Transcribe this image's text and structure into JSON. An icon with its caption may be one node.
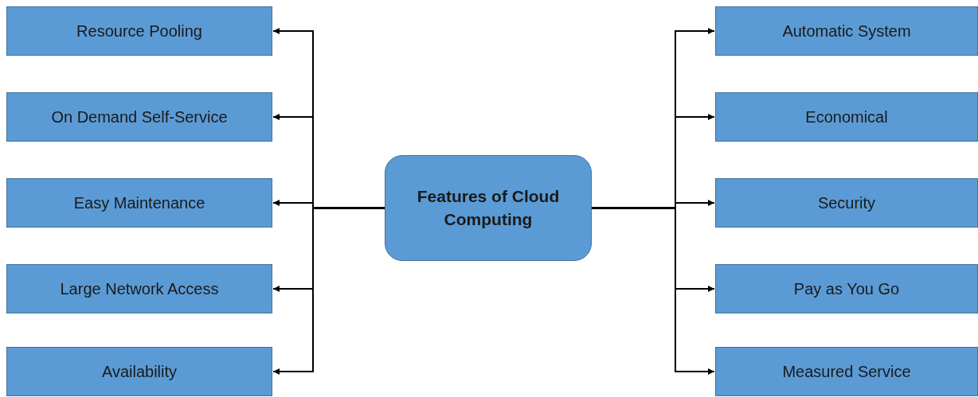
{
  "diagram": {
    "nodes": [
      {
        "text": [
          "Features of Cloud Computing"
        ]
      },
      {
        "text": [
          "Resource Pooling"
        ]
      },
      {
        "text": [
          "On Demand Self-Service"
        ]
      },
      {
        "text": [
          "Easy Maintenance"
        ]
      },
      {
        "text": [
          "Large Network Access"
        ]
      },
      {
        "text": [
          "Availability"
        ]
      },
      {
        "text": [
          "Automatic System"
        ]
      },
      {
        "text": [
          "Economical"
        ]
      },
      {
        "text": [
          "Security"
        ]
      },
      {
        "text": [
          "Pay as You Go"
        ]
      },
      {
        "text": [
          "Measured Service"
        ]
      }
    ],
    "edges": [
      {
        "from": 0,
        "to": 1,
        "arrow": "to"
      },
      {
        "from": 0,
        "to": 2,
        "arrow": "to"
      },
      {
        "from": 0,
        "to": 3,
        "arrow": "to"
      },
      {
        "from": 0,
        "to": 4,
        "arrow": "to"
      },
      {
        "from": 0,
        "to": 5,
        "arrow": "to"
      },
      {
        "from": 0,
        "to": 6,
        "arrow": "to"
      },
      {
        "from": 0,
        "to": 7,
        "arrow": "to"
      },
      {
        "from": 0,
        "to": 8,
        "arrow": "to"
      },
      {
        "from": 0,
        "to": 9,
        "arrow": "to"
      },
      {
        "from": 0,
        "to": 10,
        "arrow": "to"
      }
    ]
  }
}
